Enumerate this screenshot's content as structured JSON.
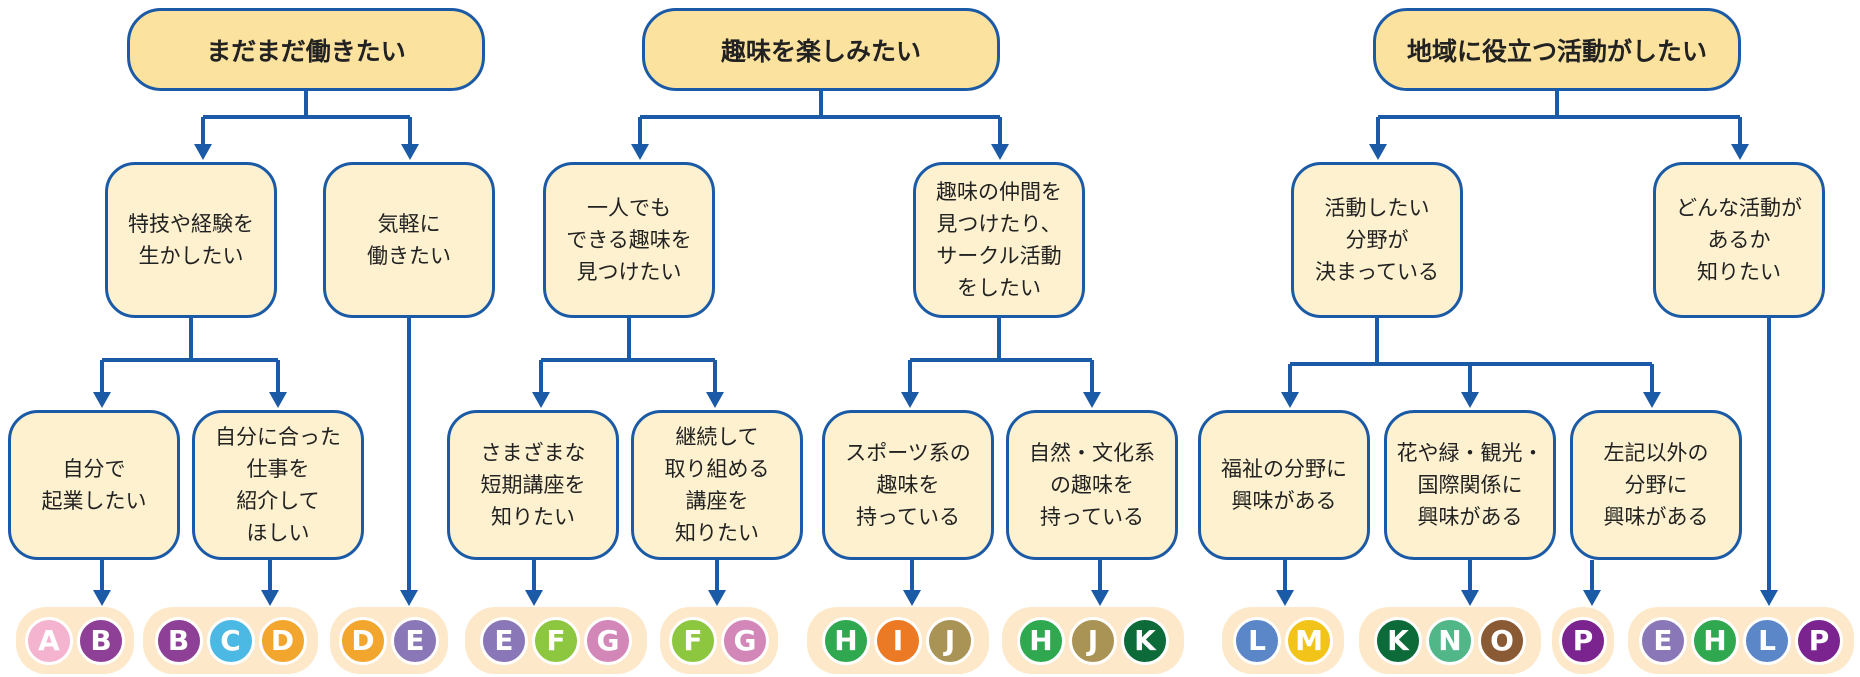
{
  "top": [
    {
      "label": "まだまだ働きたい"
    },
    {
      "label": "趣味を楽しみたい"
    },
    {
      "label": "地域に役立つ活動がしたい"
    }
  ],
  "mid": [
    {
      "label": "特技や経験を\n生かしたい"
    },
    {
      "label": "気軽に\n働きたい"
    },
    {
      "label": "一人でも\nできる趣味を\n見つけたい"
    },
    {
      "label": "趣味の仲間を\n見つけたり、\nサークル活動\nをしたい"
    },
    {
      "label": "活動したい\n分野が\n決まっている"
    },
    {
      "label": "どんな活動が\nあるか\n知りたい"
    }
  ],
  "bottom": [
    {
      "label": "自分で\n起業したい"
    },
    {
      "label": "自分に合った\n仕事を\n紹介して\nほしい"
    },
    {
      "label": "さまざまな\n短期講座を\n知りたい"
    },
    {
      "label": "継続して\n取り組める\n講座を\n知りたい"
    },
    {
      "label": "スポーツ系の\n趣味を\n持っている"
    },
    {
      "label": "自然・文化系\nの趣味を\n持っている"
    },
    {
      "label": "福祉の分野に\n興味がある"
    },
    {
      "label": "花や緑・観光・\n国際関係に\n興味がある"
    },
    {
      "label": "左記以外の\n分野に\n興味がある"
    }
  ],
  "badge_groups": [
    [
      "A",
      "B"
    ],
    [
      "B",
      "C",
      "D"
    ],
    [
      "D",
      "E"
    ],
    [
      "E",
      "F",
      "G"
    ],
    [
      "F",
      "G"
    ],
    [
      "H",
      "I",
      "J"
    ],
    [
      "H",
      "J",
      "K"
    ],
    [
      "L",
      "M"
    ],
    [
      "K",
      "N",
      "O"
    ],
    [
      "P"
    ],
    [
      "E",
      "H",
      "L",
      "P"
    ]
  ],
  "badge_colors": {
    "A": "#f4b3cf",
    "B": "#8e3f96",
    "C": "#4cb9e4",
    "D": "#f2a62d",
    "E": "#8977b8",
    "F": "#8dc63f",
    "G": "#d387b8",
    "H": "#2fa84f",
    "I": "#ec7a24",
    "J": "#a99355",
    "K": "#0d6b3a",
    "L": "#5b86c8",
    "M": "#f2c41a",
    "N": "#52b788",
    "O": "#8a5a35",
    "P": "#7b2490"
  },
  "colors": {
    "line": "#1b5aa6",
    "top_fill": "#fbe29e",
    "box_fill": "#fdf1cf",
    "pill_fill": "#fde9c9"
  }
}
